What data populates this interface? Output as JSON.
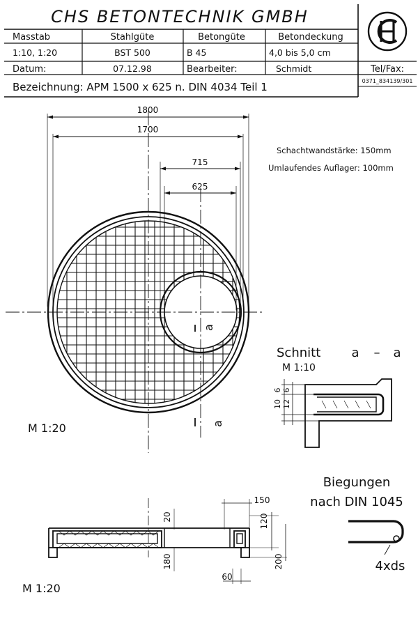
{
  "header": {
    "company": "CHS BETONTECHNIK GMBH",
    "logo": "chs-monogram-logo",
    "massstab_label": "Masstab",
    "massstab_value": "1:10,  1:20",
    "stahlguete_label": "Stahlgüte",
    "stahlguete_value": "BST 500",
    "betonguete_label": "Betongüte",
    "betonguete_value": "B 45",
    "betondeckung_label": "Betondeckung",
    "betondeckung_value": "4,0  bis  5,0  cm",
    "datum_label": "Datum:",
    "datum_value": "07.12.98",
    "bearbeiter_label": "Bearbeiter:",
    "bearbeiter_value": "Schmidt",
    "telfax_label": "Tel/Fax:",
    "telfax_value": "0371_834139/301",
    "bezeichnung": "Bezeichnung:  APM  1500  x  625  n.  DIN  4034  Teil  1"
  },
  "plan": {
    "dim_outer": "1800",
    "dim_inner": "1700",
    "dim_opening_outer": "715",
    "dim_opening_inner": "625",
    "note_wall": "Schachtwandstärke: 150mm",
    "note_support": "Umlaufendes Auflager: 100mm",
    "section_mark": "a",
    "scale": "M  1:20"
  },
  "section_aa": {
    "title_word": "Schnitt",
    "title_a": "a",
    "title_dash": "–",
    "title_b": "a",
    "scale": "M  1:10",
    "dim_6a": "6",
    "dim_6b": "6",
    "dim_10": "10",
    "dim_12": "12"
  },
  "elevation": {
    "dim_150": "150",
    "dim_120": "120",
    "dim_20": "20",
    "dim_180": "180",
    "dim_200": "200",
    "dim_60": "60",
    "scale": "M  1:20"
  },
  "bending": {
    "title_line1": "Biegungen",
    "title_line2": "nach  DIN  1045",
    "label": "4xds"
  }
}
